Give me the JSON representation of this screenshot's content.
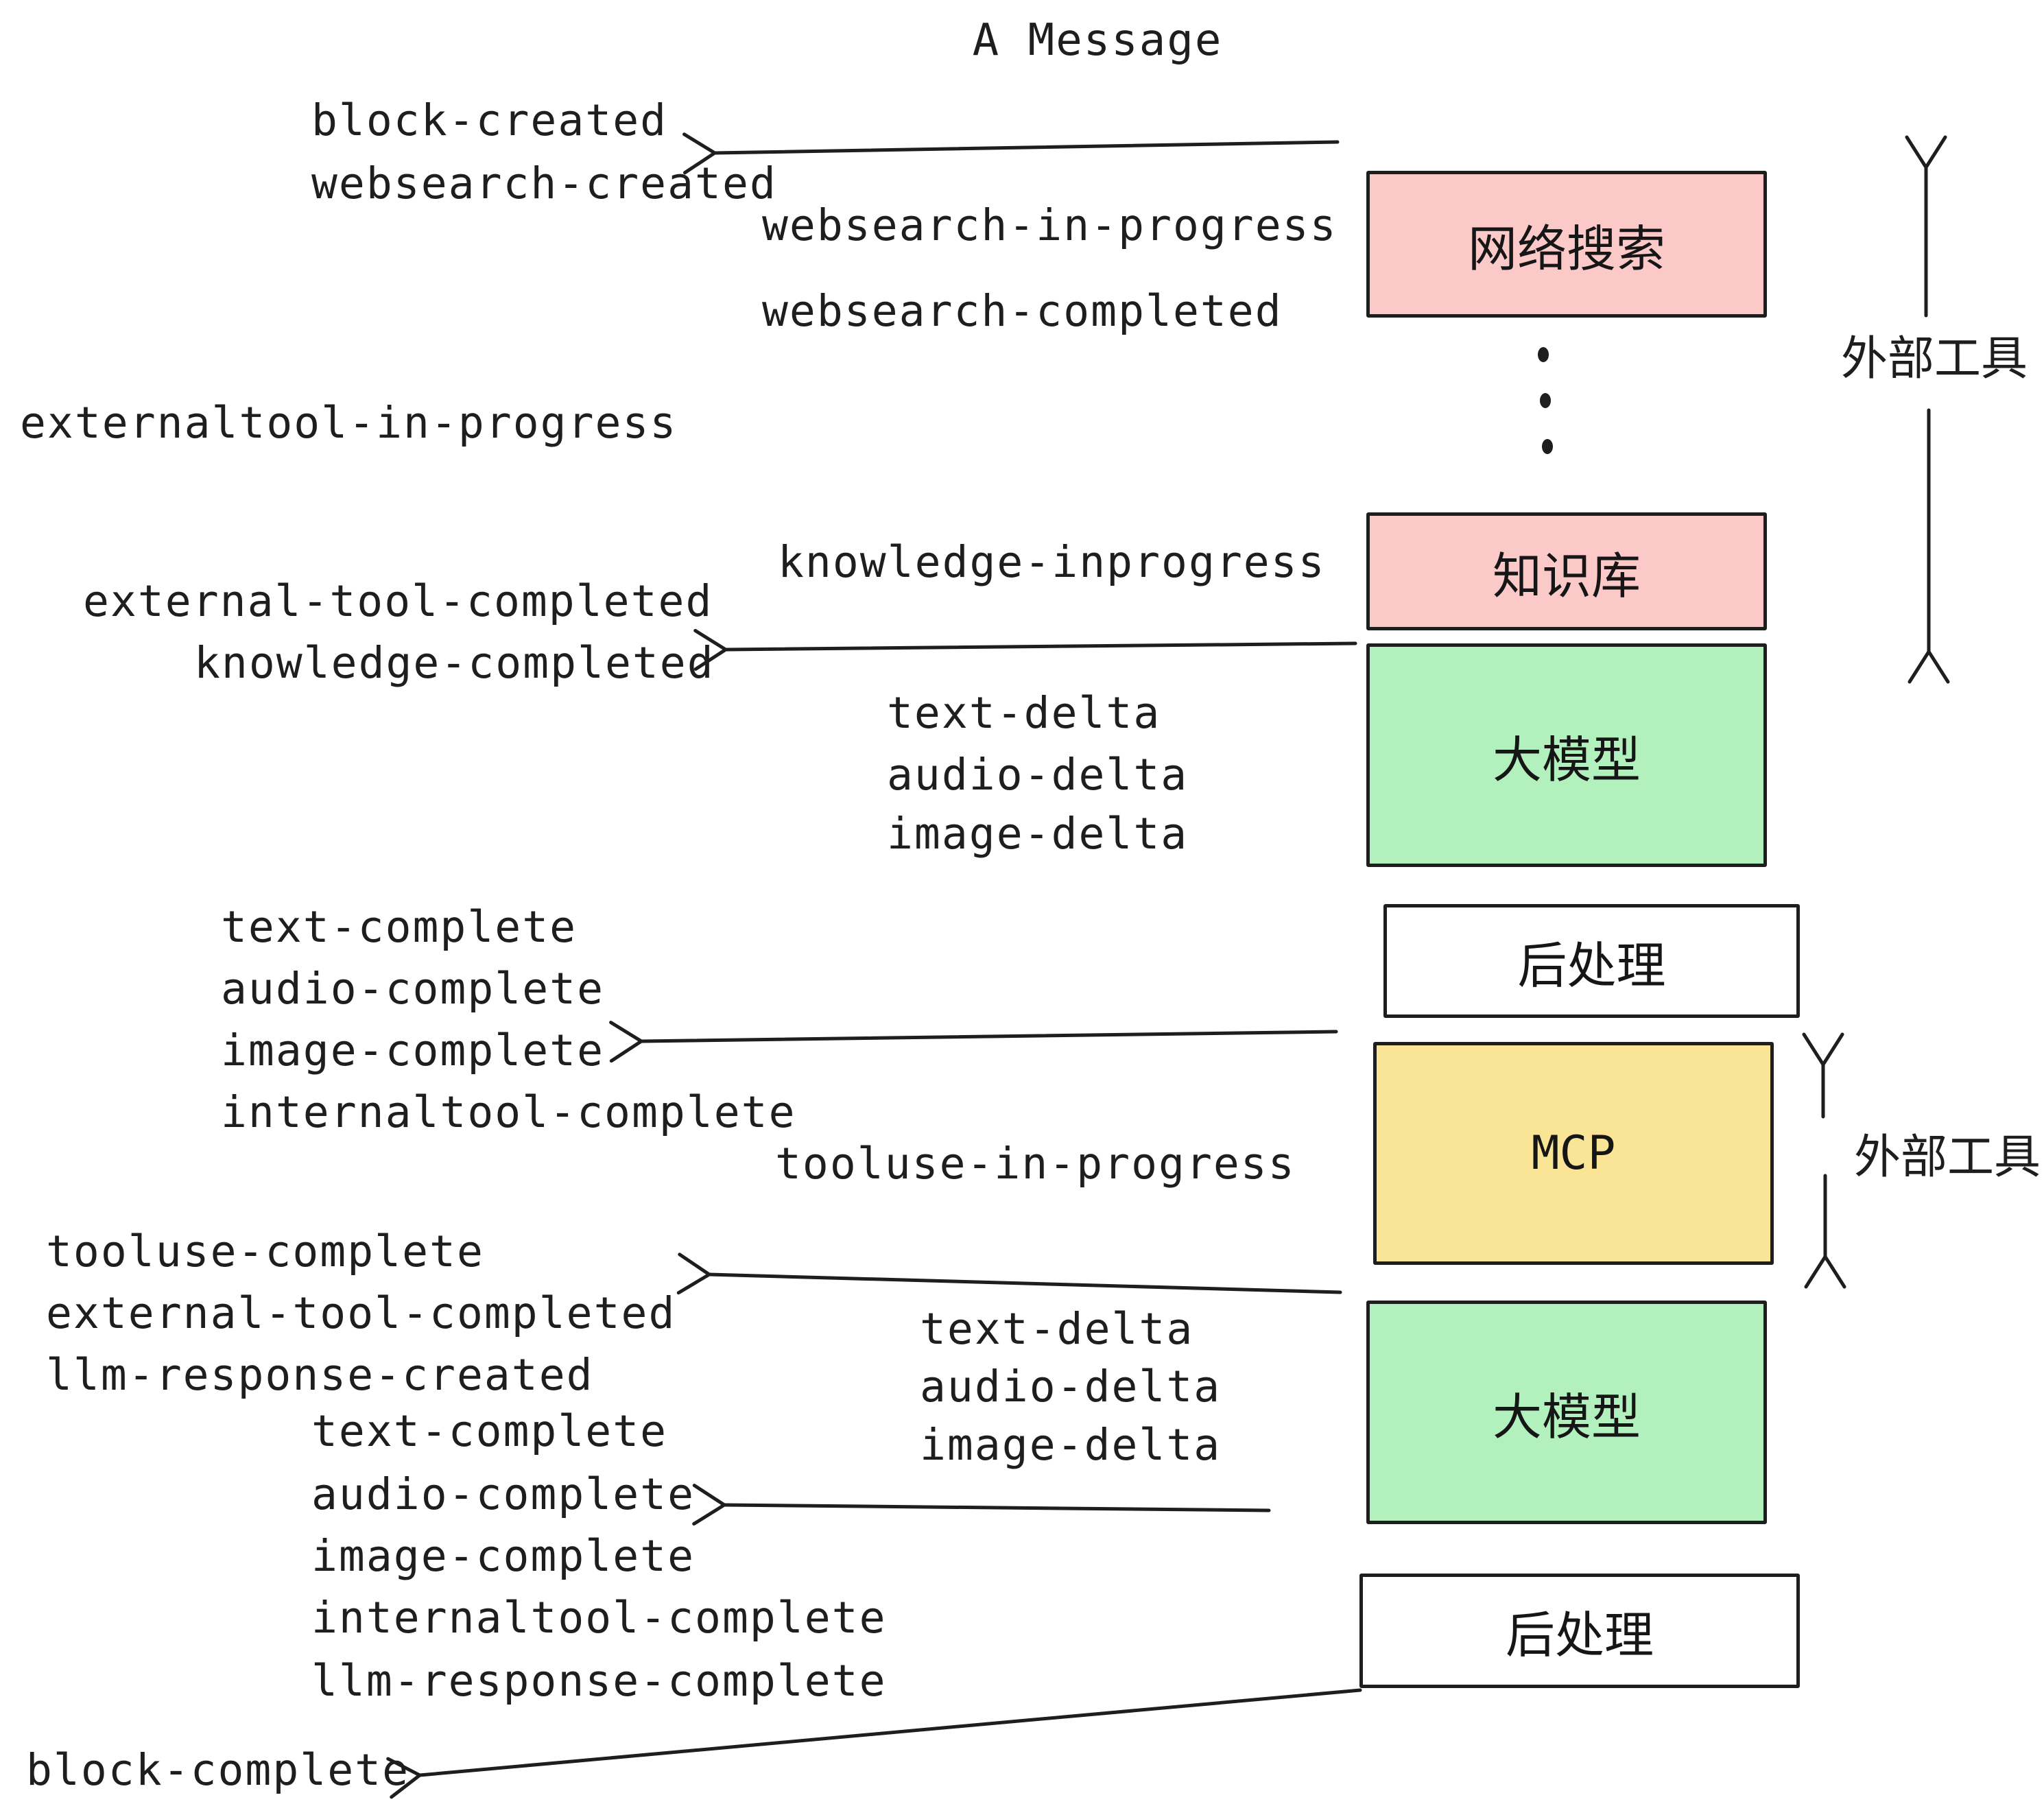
{
  "title": "A Message",
  "colors": {
    "pink": "#fcc9c9",
    "green": "#b2f1bd",
    "yellow": "#fae596",
    "white": "#ffffff",
    "ink": "#1e1e1e"
  },
  "boxes": {
    "websearch": "网络搜索",
    "knowledge": "知识库",
    "llm": "大模型",
    "post": "后处理",
    "mcp": "MCP"
  },
  "events": {
    "block_created": "block-created",
    "websearch_created": "websearch-created",
    "websearch_in_progress": "websearch-in-progress",
    "websearch_completed": "websearch-completed",
    "externaltool_in_progress": "externaltool-in-progress",
    "knowledge_inprogress": "knowledge-inprogress",
    "external_tool_completed": "external-tool-completed",
    "knowledge_completed": "knowledge-completed",
    "text_delta": "text-delta",
    "audio_delta": "audio-delta",
    "image_delta": "image-delta",
    "text_complete": "text-complete",
    "audio_complete": "audio-complete",
    "image_complete": "image-complete",
    "internaltool_complete": "internaltool-complete",
    "tooluse_in_progress": "tooluse-in-progress",
    "tooluse_complete": "tooluse-complete",
    "llm_response_created": "llm-response-created",
    "llm_response_complete": "llm-response-complete",
    "block_complete": "block-complete"
  },
  "annotations": {
    "external_tools": "外部工具"
  }
}
